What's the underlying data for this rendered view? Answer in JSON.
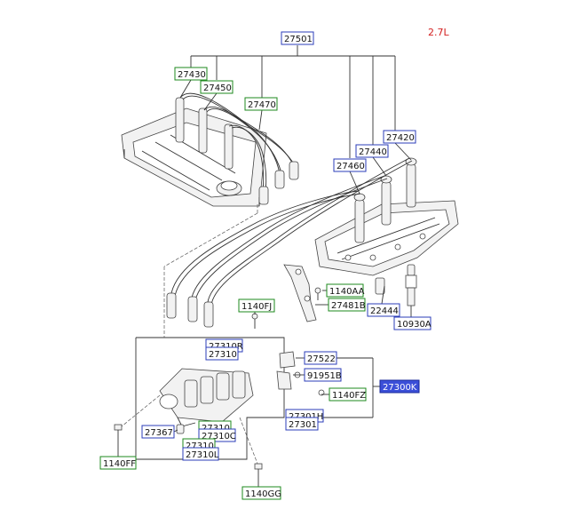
{
  "diagram": {
    "variant_label": "2.7L",
    "callouts": [
      {
        "id": "c27501",
        "text": "27501",
        "style": "blue"
      },
      {
        "id": "c27430",
        "text": "27430",
        "style": "green"
      },
      {
        "id": "c27450",
        "text": "27450",
        "style": "green"
      },
      {
        "id": "c27470",
        "text": "27470",
        "style": "green"
      },
      {
        "id": "c27420",
        "text": "27420",
        "style": "blue"
      },
      {
        "id": "c27440",
        "text": "27440",
        "style": "blue"
      },
      {
        "id": "c27460",
        "text": "27460",
        "style": "blue"
      },
      {
        "id": "c1140AA",
        "text": "1140AA",
        "style": "green"
      },
      {
        "id": "c27481B",
        "text": "27481B",
        "style": "green"
      },
      {
        "id": "c22444",
        "text": "22444",
        "style": "blue"
      },
      {
        "id": "c10930A",
        "text": "10930A",
        "style": "blue"
      },
      {
        "id": "c1140FJ",
        "text": "1140FJ",
        "style": "green"
      },
      {
        "id": "c27310R",
        "text": "27310R",
        "style": "blue"
      },
      {
        "id": "c27310a",
        "text": "27310",
        "style": "blue"
      },
      {
        "id": "c27522",
        "text": "27522",
        "style": "blue"
      },
      {
        "id": "c91951B",
        "text": "91951B",
        "style": "blue"
      },
      {
        "id": "c1140FZ",
        "text": "1140FZ",
        "style": "green"
      },
      {
        "id": "c27300K",
        "text": "27300K",
        "style": "selected"
      },
      {
        "id": "c27301H",
        "text": "27301H",
        "style": "blue"
      },
      {
        "id": "c27301",
        "text": "27301",
        "style": "blue"
      },
      {
        "id": "c27367",
        "text": "27367",
        "style": "blue"
      },
      {
        "id": "c27310b",
        "text": "27310",
        "style": "green"
      },
      {
        "id": "c27310C",
        "text": "27310C",
        "style": "blue"
      },
      {
        "id": "c27310c",
        "text": "27310",
        "style": "green"
      },
      {
        "id": "c27310L",
        "text": "27310L",
        "style": "blue"
      },
      {
        "id": "c1140FF",
        "text": "1140FF",
        "style": "green"
      },
      {
        "id": "c1140GG",
        "text": "1140GG",
        "style": "green"
      }
    ]
  }
}
